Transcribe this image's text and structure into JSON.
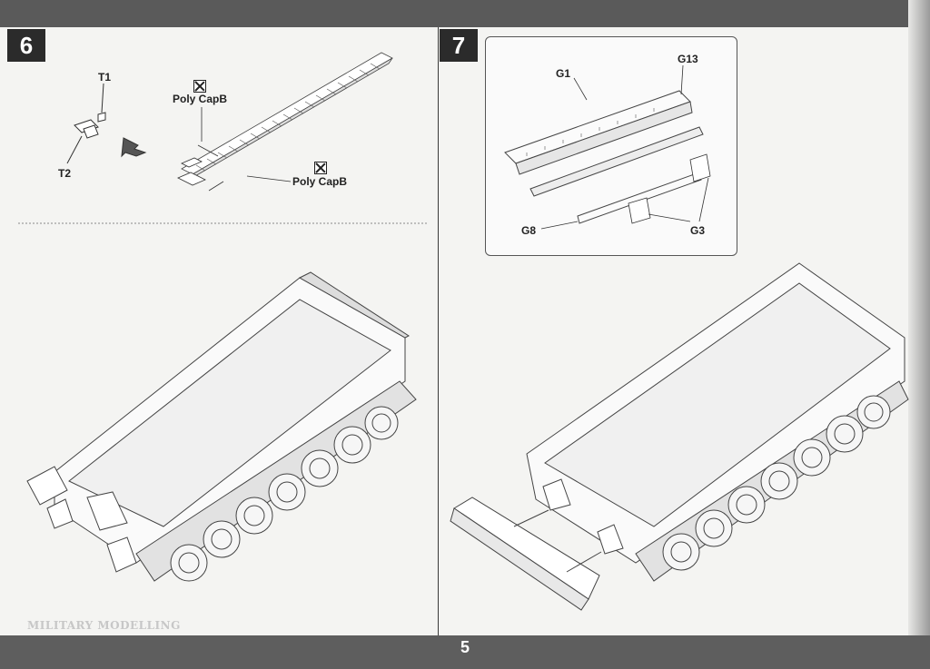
{
  "page_number": "5",
  "watermark": "MILITARY MODELLING",
  "steps": [
    {
      "number": "6",
      "callouts": {
        "t1": "T1",
        "t2": "T2",
        "poly_capb_top": "Poly CapB",
        "poly_capb_right": "Poly CapB"
      }
    },
    {
      "number": "7",
      "callouts": {
        "g1": "G1",
        "g13": "G13",
        "g8": "G8",
        "g3": "G3"
      }
    }
  ],
  "colors": {
    "bar": "#5a5a5a",
    "ink": "#2b2b2b",
    "paper": "#f4f4f2"
  },
  "icons": [
    "poly-cap-icon",
    "arrow-icon"
  ]
}
